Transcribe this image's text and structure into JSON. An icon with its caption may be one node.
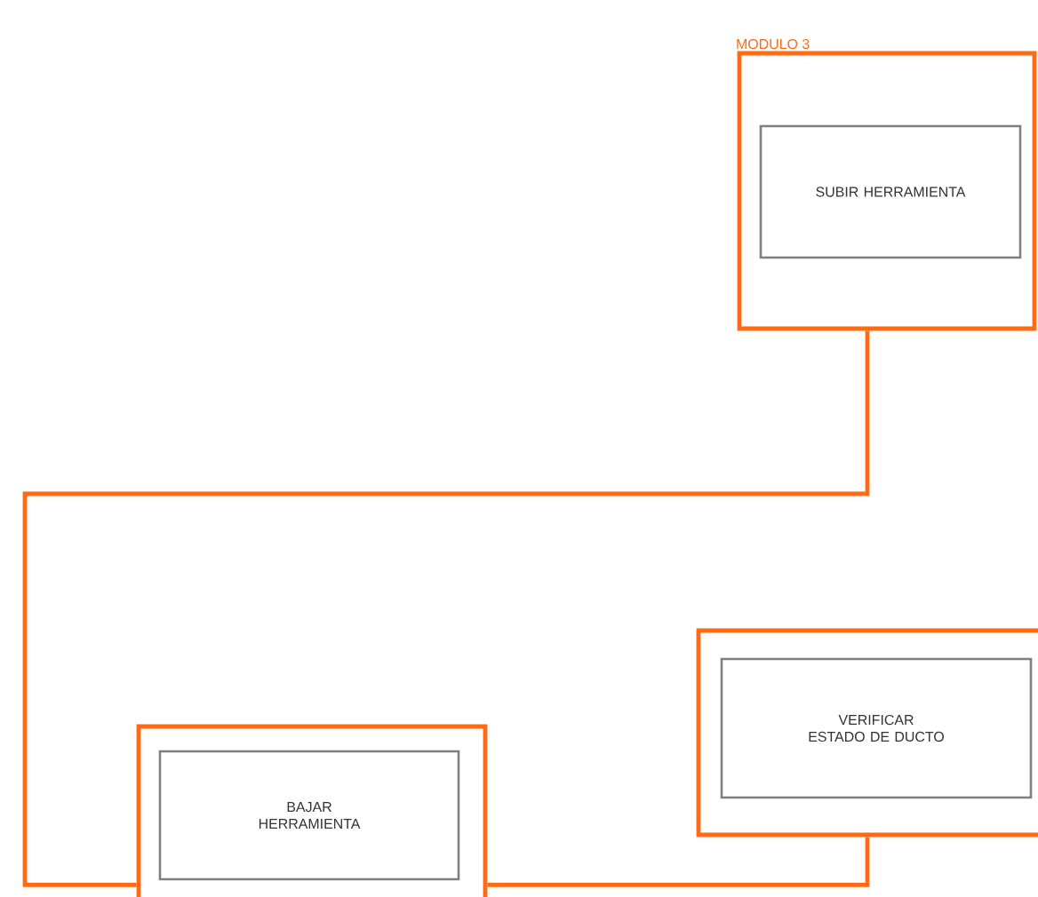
{
  "diagram": {
    "nodes": [
      {
        "text": [
          "MODULO 3"
        ]
      },
      {
        "text": [
          "SUBIR HERRAMIENTA"
        ],
        "in": 0
      },
      {
        "text": [],
        "shape": "box"
      },
      {
        "text": [
          "VERIFICAR ESTADO DE DUCTO"
        ],
        "in": 2
      },
      {
        "text": [],
        "shape": "box"
      },
      {
        "text": [
          "BAJAR HERRAMIENTA"
        ],
        "in": 4
      }
    ],
    "edges": [
      {
        "from": 0,
        "to": 4,
        "arrow": "none"
      },
      {
        "from": 2,
        "to": 4,
        "arrow": "none"
      }
    ]
  }
}
